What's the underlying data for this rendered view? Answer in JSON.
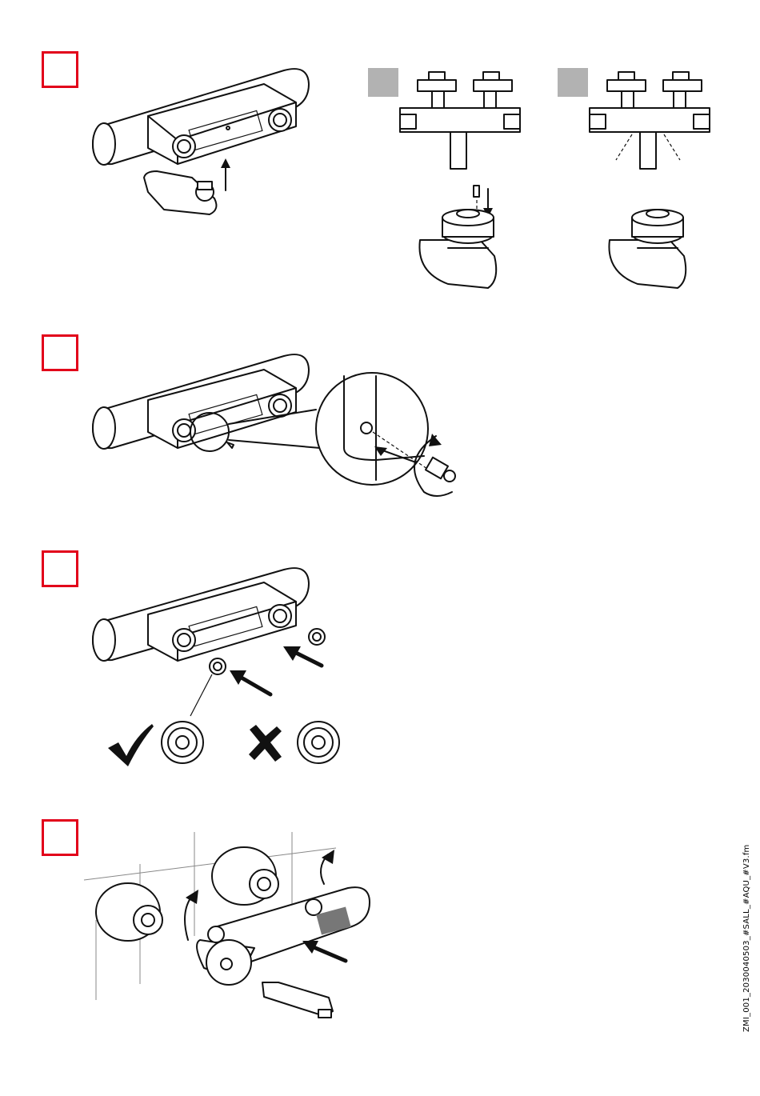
{
  "document": {
    "steps": [
      {
        "id": 1,
        "has_option_panels": true
      },
      {
        "id": 2,
        "has_option_panels": false
      },
      {
        "id": 3,
        "has_option_panels": false
      },
      {
        "id": 4,
        "has_option_panels": false
      }
    ],
    "side_code": "ZMI_001_2030040503_#SALL_#AQU_#V3.fm",
    "colors": {
      "step_frame": "#e2001a",
      "option_marker": "#b2b2b2",
      "line_art": "#111111"
    },
    "icons": {
      "correct": "check-mark-icon",
      "incorrect": "cross-mark-icon"
    }
  }
}
